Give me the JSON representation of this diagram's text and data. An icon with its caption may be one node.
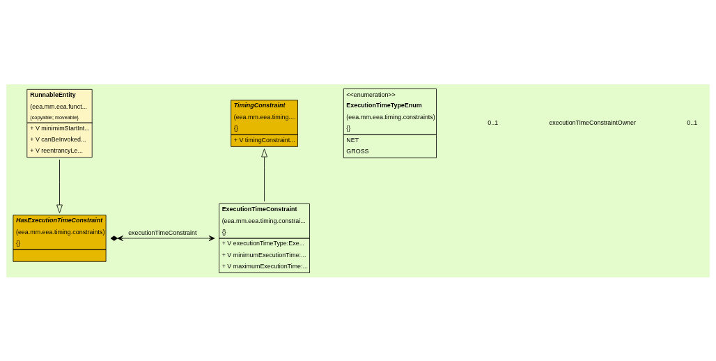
{
  "diagram": {
    "nodes": [
      {
        "text": [
          "RunnableEntity",
          "(eea.mm.eea.funct...",
          "{copyable; moveable}",
          "+ V minimimStartInt...",
          "+ V canBeInvoked...",
          "+ V reentrancyLe..."
        ]
      },
      {
        "text": [
          "<<enumeration>>",
          "ExecutionTimeTypeEnum",
          "(eea.mm.eea.timing.constraints)",
          "{}",
          "NET",
          "GROSS"
        ]
      },
      {
        "text": [
          "TimingConstraint",
          "(eea.mm.eea.timing....",
          "{}",
          "+ V timingConstraint..."
        ]
      },
      {
        "text": [
          "HasExecutionTimeConstraint",
          "(eea.mm.eea.timing.constraints)",
          "{}"
        ]
      },
      {
        "text": [
          "ExecutionTimeConstraint",
          "(eea.mm.eea.timing.constrai...",
          "{}",
          "+ V executionTimeType:Exe...",
          "+ V minimumExecutionTime:...",
          "+ V maximumExecutionTime:..."
        ]
      }
    ],
    "edges": [
      {
        "from": 0,
        "to": 3,
        "arrow": "to"
      },
      {
        "from": 4,
        "to": 2,
        "arrow": "to"
      },
      {
        "from": 3,
        "to": 4,
        "arrow": "both",
        "label": "executionTimeConstraint"
      }
    ],
    "labels": [
      "0..1",
      "executionTimeConstraintOwner",
      "0..1"
    ]
  }
}
